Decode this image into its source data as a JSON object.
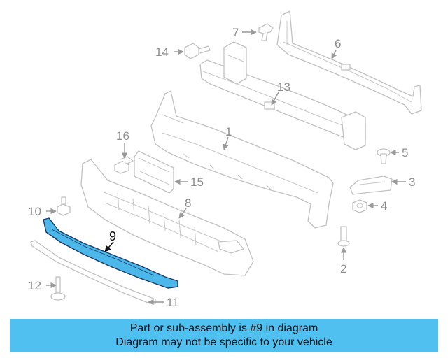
{
  "diagram": {
    "highlight_color": "#4cb8ea",
    "callouts": {
      "c1": "1",
      "c2": "2",
      "c3": "3",
      "c4": "4",
      "c5": "5",
      "c6": "6",
      "c7": "7",
      "c8": "8",
      "c9": "9",
      "c10": "10",
      "c11": "11",
      "c12": "12",
      "c13": "13",
      "c14": "14",
      "c15": "15",
      "c16": "16"
    }
  },
  "banner": {
    "color": "#4fc0f0",
    "line1": "Part or sub-assembly is #9 in diagram",
    "line2": "Diagram may not be specific to your vehicle"
  }
}
